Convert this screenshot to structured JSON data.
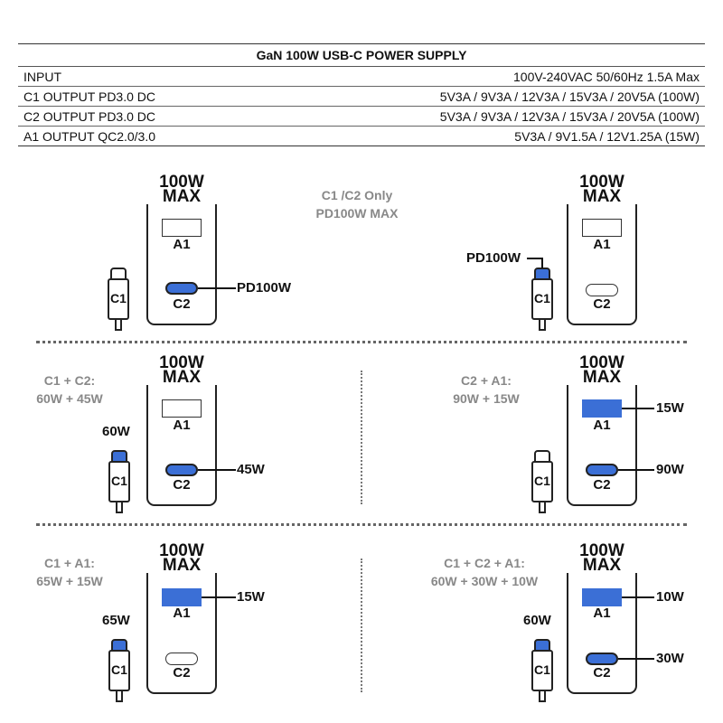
{
  "table": {
    "title": "GaN 100W USB-C POWER SUPPLY",
    "rows": [
      {
        "label": "INPUT",
        "value": "100V-240VAC 50/60Hz 1.5A Max"
      },
      {
        "label": "C1 OUTPUT PD3.0 DC",
        "value": "5V3A / 9V3A / 12V3A / 15V3A / 20V5A (100W)"
      },
      {
        "label": "C2 OUTPUT PD3.0 DC",
        "value": "5V3A / 9V3A / 12V3A / 15V3A / 20V5A (100W)"
      },
      {
        "label": "A1 OUTPUT QC2.0/3.0",
        "value": "5V3A / 9V1.5A / 12V1.25A  (15W)"
      }
    ]
  },
  "charger": {
    "max_line1": "100W",
    "max_line2": "MAX",
    "a1": "A1",
    "c2": "C2",
    "c1": "C1"
  },
  "colors": {
    "active_port": "#3b6fd6",
    "caption": "#888888",
    "outline": "#222222"
  },
  "panels": {
    "top_caption": {
      "line1": "C1 /C2 Only",
      "line2": "PD100W MAX"
    },
    "c2_only": {
      "c2_watt": "PD100W"
    },
    "c1_only": {
      "c1_watt": "PD100W"
    },
    "c1_c2": {
      "caption1": "C1 + C2:",
      "caption2": "60W + 45W",
      "c1_watt": "60W",
      "c2_watt": "45W"
    },
    "c2_a1": {
      "caption1": "C2 + A1:",
      "caption2": "90W + 15W",
      "a1_watt": "15W",
      "c2_watt": "90W"
    },
    "c1_a1": {
      "caption1": "C1 + A1:",
      "caption2": "65W + 15W",
      "c1_watt": "65W",
      "a1_watt": "15W"
    },
    "c1_c2_a1": {
      "caption1": "C1 + C2 + A1:",
      "caption2": "60W + 30W + 10W",
      "c1_watt": "60W",
      "a1_watt": "10W",
      "c2_watt": "30W"
    }
  }
}
